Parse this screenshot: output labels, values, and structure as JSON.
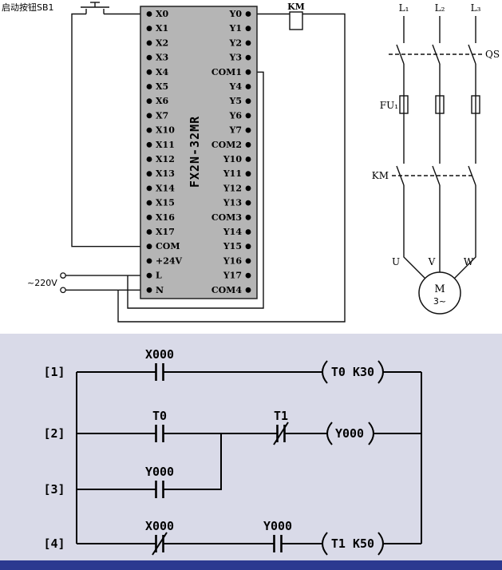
{
  "wiring_diagram": {
    "start_button_label": "启动按钮SB1",
    "plc_model": "FX2N-32MR",
    "supply_label": "~220V",
    "km_coil_label": "KM",
    "left_terminals": [
      "X0",
      "X1",
      "X2",
      "X3",
      "X4",
      "X5",
      "X6",
      "X7",
      "X10",
      "X11",
      "X12",
      "X13",
      "X14",
      "X15",
      "X16",
      "X17",
      "COM",
      "+24V",
      "L",
      "N"
    ],
    "right_terminals": [
      "Y0",
      "Y1",
      "Y2",
      "Y3",
      "COM1",
      "Y4",
      "Y5",
      "Y6",
      "Y7",
      "COM2",
      "Y10",
      "Y11",
      "Y12",
      "Y13",
      "COM3",
      "Y14",
      "Y15",
      "Y16",
      "Y17",
      "COM4"
    ]
  },
  "power_circuit": {
    "phase_labels": [
      "L₁",
      "L₂",
      "L₃"
    ],
    "disconnect_label": "QS",
    "fuse_label": "FU₁",
    "contactor_label": "KM",
    "output_labels": [
      "U",
      "V",
      "W"
    ],
    "motor_label": "M",
    "motor_phase": "3~"
  },
  "ladder_diagram": {
    "rungs": [
      {
        "index": "[1]",
        "contacts": [
          {
            "label": "X000",
            "type": "NO"
          }
        ],
        "coil": "T0 K30"
      },
      {
        "index": "[2]",
        "contacts": [
          {
            "label": "T0",
            "type": "NO"
          },
          {
            "label": "T1",
            "type": "NC"
          }
        ],
        "coil": "Y000"
      },
      {
        "index": "[3]",
        "contacts": [
          {
            "label": "Y000",
            "type": "NO"
          }
        ],
        "coil": ""
      },
      {
        "index": "[4]",
        "contacts": [
          {
            "label": "X000",
            "type": "NC"
          },
          {
            "label": "Y000",
            "type": "NO"
          }
        ],
        "coil": "T1 K50"
      }
    ]
  },
  "colors": {
    "plc_body": "#b5b5b5",
    "ladder_background": "#d9dae8",
    "footer_bar": "#2b3990",
    "line": "#000000"
  }
}
